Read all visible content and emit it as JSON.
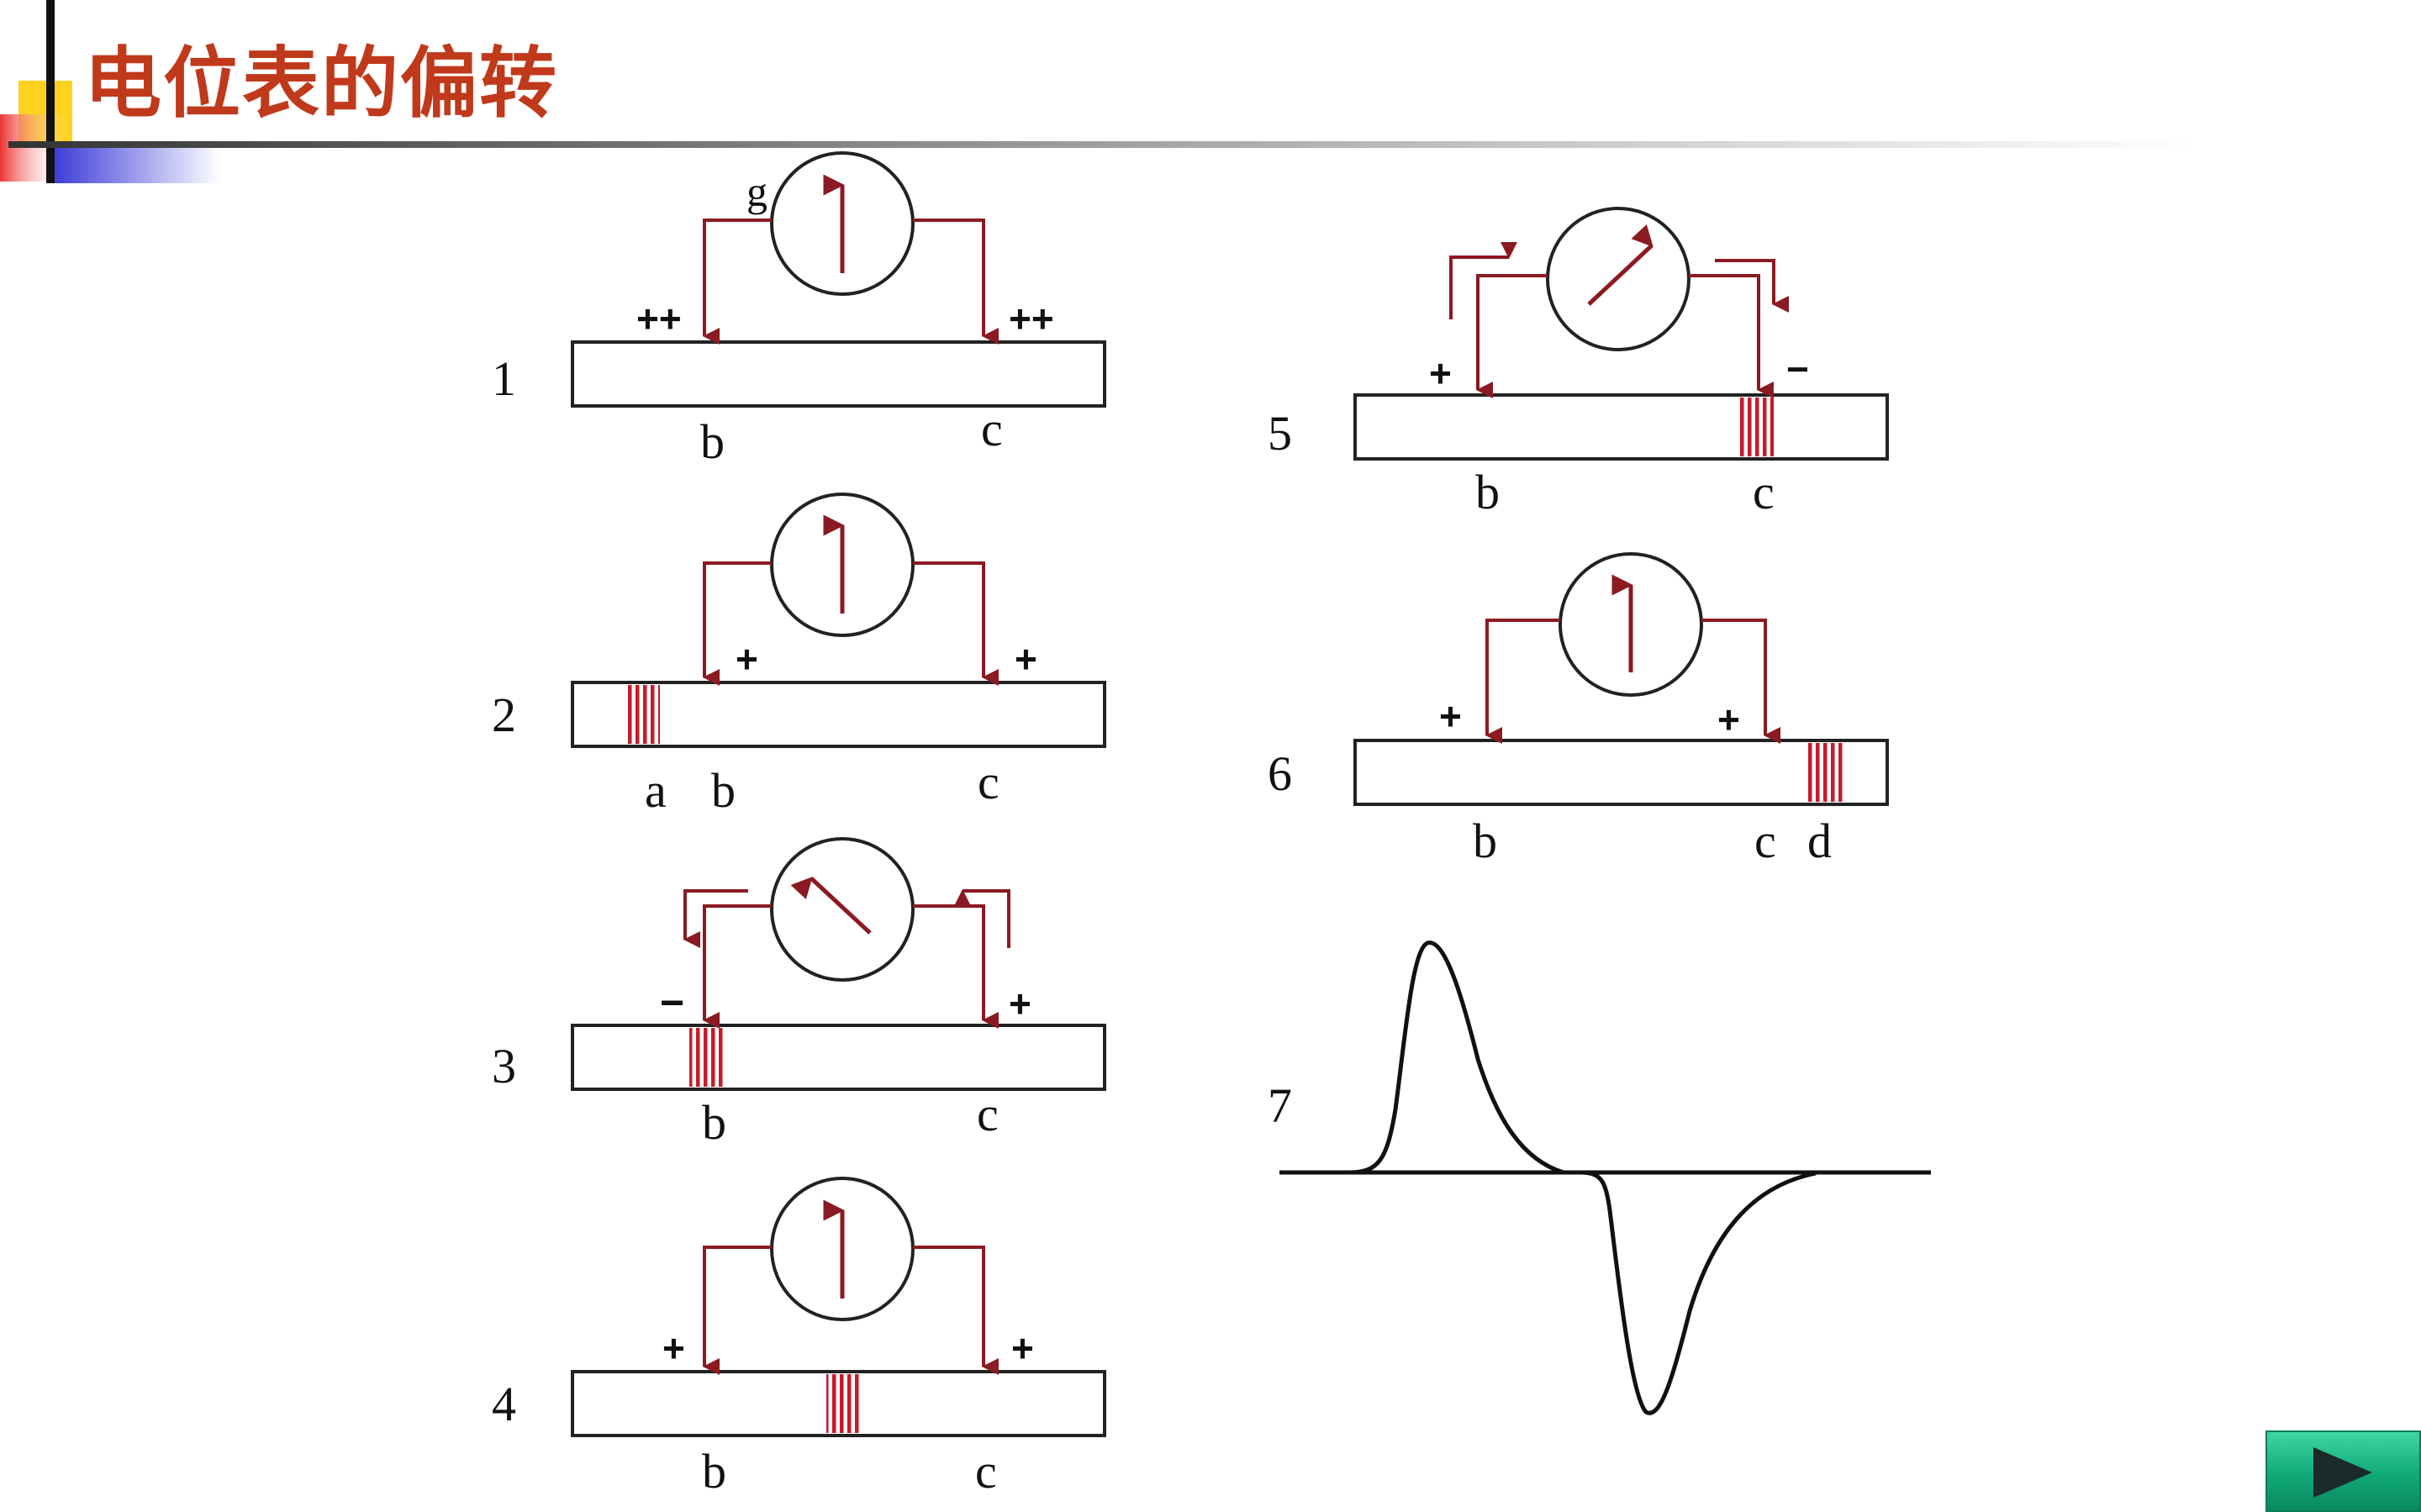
{
  "slide": {
    "title": "电位表的偏转",
    "accent_color": "#c0391b",
    "wire_color": "#8b1a22",
    "panels": [
      {
        "id": "1",
        "labels": [
          "g",
          "++",
          "++",
          "b",
          "c"
        ],
        "needle": "up"
      },
      {
        "id": "2",
        "labels": [
          "+",
          "+",
          "a",
          "b",
          "c"
        ],
        "needle": "up"
      },
      {
        "id": "3",
        "labels": [
          "−",
          "+",
          "b",
          "c"
        ],
        "needle": "left"
      },
      {
        "id": "4",
        "labels": [
          "+",
          "+",
          "b",
          "c"
        ],
        "needle": "up"
      },
      {
        "id": "5",
        "labels": [
          "+",
          "−",
          "b",
          "c"
        ],
        "needle": "right"
      },
      {
        "id": "6",
        "labels": [
          "+",
          "+",
          "b",
          "c",
          "d"
        ],
        "needle": "up"
      },
      {
        "id": "7",
        "trace": "biphasic-action-potential"
      }
    ]
  },
  "nav": {
    "next_icon": "play-triangle-icon"
  }
}
